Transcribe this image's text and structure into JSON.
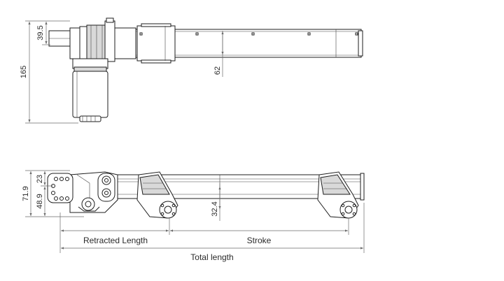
{
  "dimensions": {
    "top_view": {
      "flange_height": "39.5",
      "overall_height": "165",
      "tube_offset": "62"
    },
    "side_view": {
      "upper_height": "23",
      "total_height": "71.9",
      "lower_height": "48.9",
      "axis_offset": "32.4"
    },
    "lengths": {
      "retracted": "Retracted Length",
      "stroke": "Stroke",
      "total": "Total length"
    }
  },
  "colors": {
    "line": "#1e1e1e",
    "dimension": "#6a6a6a",
    "shade": "#d9d9d9"
  }
}
